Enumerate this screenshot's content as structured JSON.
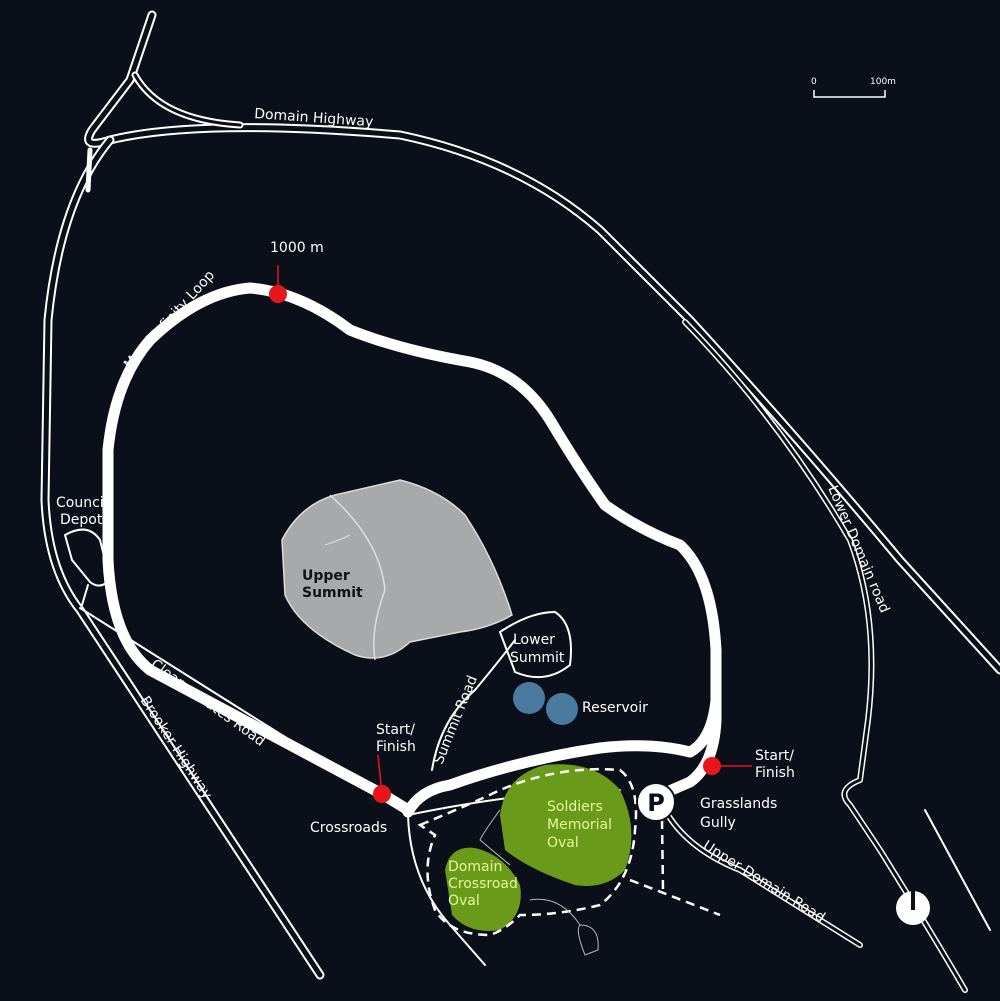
{
  "colors": {
    "background": "#0a0f19",
    "route": "#ffffff",
    "marker": "#e8151b",
    "oval": "#6a9a1a",
    "reservoir": "#4a7aa0",
    "summit": "#a8a9ab"
  },
  "scale": {
    "start": "0",
    "end": "100m"
  },
  "roads": {
    "domain_highway": "Domain Highway",
    "brooker_highway": "Brooker Highway",
    "lower_domain_road": "Lower Domain road",
    "upper_domain_road": "Upper Domain Road",
    "clearys_gates_road": "Clearys Gates Road",
    "summit_road": "Summit Road"
  },
  "route": {
    "name": "Maxs Infinity Loop",
    "marker_1000": "1000 m",
    "start_finish_line1": "Start/",
    "start_finish_line2": "Finish"
  },
  "places": {
    "council_depot": [
      "Council",
      "Depot"
    ],
    "upper_summit": [
      "Upper",
      "Summit"
    ],
    "lower_summit": [
      "Lower",
      "Summit"
    ],
    "reservoir": "Reservoir",
    "crossroads": "Crossroads",
    "grasslands_gully": [
      "Grasslands",
      "Gully"
    ],
    "soldiers_oval": [
      "Soldiers",
      "Memorial",
      "Oval"
    ],
    "domain_oval": [
      "Domain",
      "Crossroad",
      "Oval"
    ],
    "parking": "P"
  },
  "icons": {
    "north": "north-arrow-icon",
    "parking": "parking-icon"
  }
}
